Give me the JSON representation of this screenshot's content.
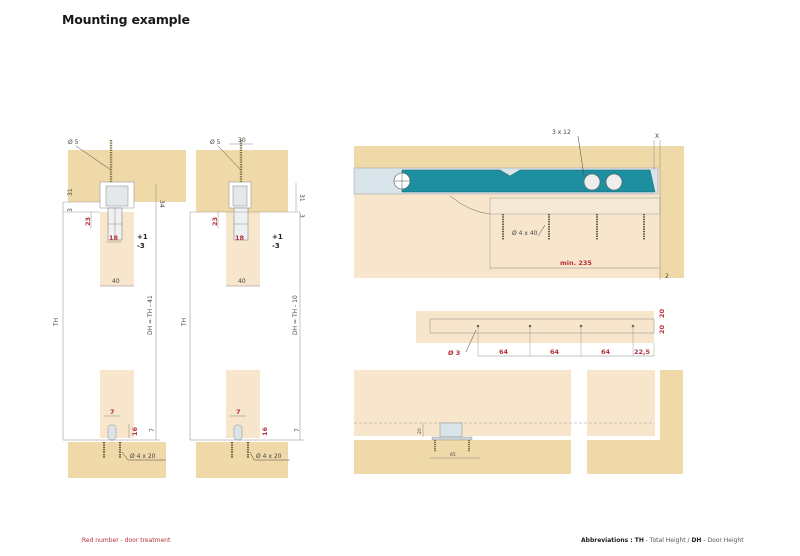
{
  "header": {
    "title": "Mounting example"
  },
  "footer": {
    "legend_red": "Red number - door treatment",
    "abbreviations_label": "Abbreviations : ",
    "th_abbr": "TH",
    "th_text": " - Total Height / ",
    "dh_abbr": "DH",
    "dh_text": " - Door Height"
  },
  "colors": {
    "wood_dark": "#f0d9a8",
    "wood_light": "#f7e6cc",
    "teal": "#1e8fa0",
    "rail": "#d9e4ea",
    "red_dim": "#b5323a",
    "line": "#777777"
  },
  "view_left": {
    "screw_label": "Ø 5",
    "dim_31": "31",
    "dim_34": "34",
    "dim_3": "3",
    "dim_23": "23",
    "dim_18": "18",
    "tol_plus": "+1",
    "tol_minus": "-3",
    "dim_40": "40",
    "th_label": "TH",
    "dh_label": "DH = TH - 41",
    "dim_7": "7",
    "dim_16": "16",
    "dim_7b": "7",
    "floor_screw": "Ø 4 x 20"
  },
  "view_middle": {
    "screw_label": "Ø 5",
    "dim_30": "30",
    "dim_31": "31",
    "dim_3": "3",
    "dim_23": "23",
    "dim_18": "18",
    "tol_plus": "+1",
    "tol_minus": "-3",
    "dim_40": "40",
    "th_label": "TH",
    "dh_label": "DH = TH - 10",
    "dim_7": "7",
    "dim_16": "16",
    "dim_7b": "7",
    "floor_screw": "Ø 4 x 20"
  },
  "view_top_right": {
    "screw_top": "3 x 12",
    "dim_x": "X",
    "screw_bottom": "Ø 4 x 40",
    "min_length": "min. 235",
    "dim_2": "2"
  },
  "view_door_strip": {
    "hole": "Ø 3",
    "spacings": [
      "64",
      "64",
      "64",
      "22,5"
    ],
    "dim_20_top": "20",
    "dim_20_bottom": "20"
  },
  "view_bottom": {
    "dim_20": "20",
    "dim_65": "65"
  }
}
